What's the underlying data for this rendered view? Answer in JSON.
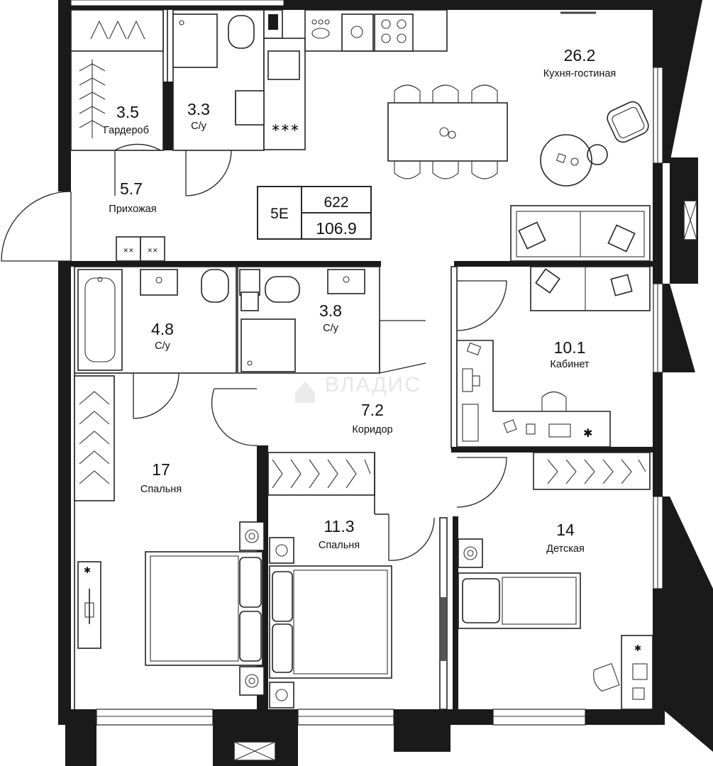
{
  "unit": {
    "code": "5E",
    "number": "622",
    "total_area": "106.9"
  },
  "rooms": {
    "living_kitchen": {
      "area": "26.2",
      "name": "Кухня-гостиная"
    },
    "wardrobe": {
      "area": "3.5",
      "name": "Гардероб"
    },
    "wc_top": {
      "area": "3.3",
      "name": "С/у"
    },
    "hallway": {
      "area": "5.7",
      "name": "Прихожая"
    },
    "bathroom_left": {
      "area": "4.8",
      "name": "С/у"
    },
    "bathroom_mid": {
      "area": "3.8",
      "name": "С/у"
    },
    "study": {
      "area": "10.1",
      "name": "Кабинет"
    },
    "corridor": {
      "area": "7.2",
      "name": "Коридор"
    },
    "bedroom_left": {
      "area": "17",
      "name": "Спальня"
    },
    "bedroom_mid": {
      "area": "11.3",
      "name": "Спальня"
    },
    "kids_room": {
      "area": "14",
      "name": "Детская"
    }
  },
  "watermark": "ВЛАДИС",
  "colors": {
    "wall": "#1a1a1a",
    "line": "#222222",
    "background": "#ffffff",
    "watermark": "#e6e6e6"
  }
}
